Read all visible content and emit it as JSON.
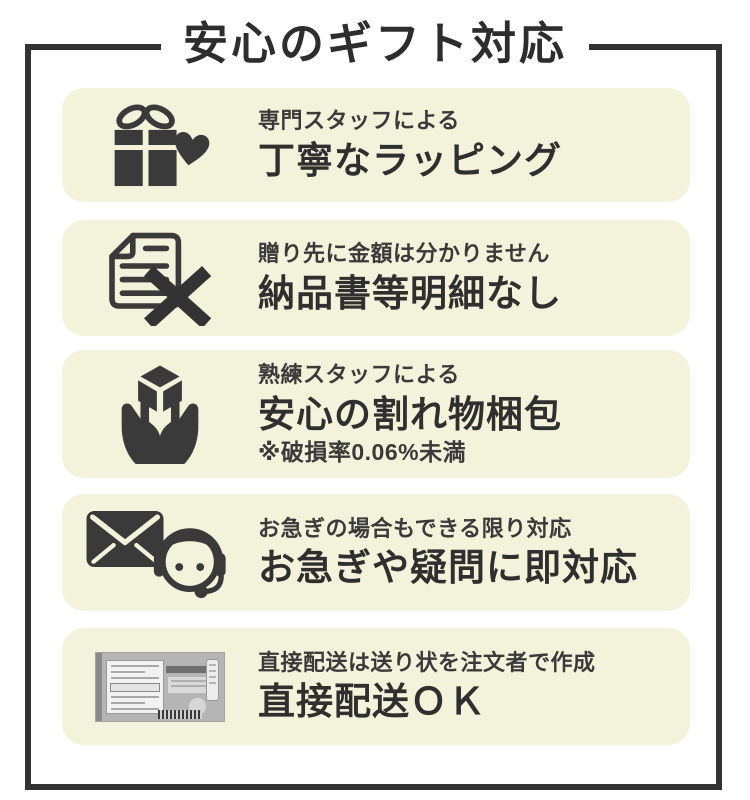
{
  "title": "安心のギフト対応",
  "colors": {
    "row_bg": "#f3f2db",
    "ink": "#3a3a3a",
    "frame": "#333333",
    "title_ink": "#2d2d2d"
  },
  "rows": [
    {
      "icon": "gift-heart-icon",
      "sub": "専門スタッフによる",
      "main": "丁寧なラッピング"
    },
    {
      "icon": "document-no-invoice-icon",
      "sub": "贈り先に金額は分かりません",
      "main": "納品書等明細なし"
    },
    {
      "icon": "hands-holding-package-icon",
      "sub": "熟練スタッフによる",
      "main": "安心の割れ物梱包",
      "note": "※破損率0.06%未満"
    },
    {
      "icon": "mail-operator-icon",
      "sub": "お急ぎの場合もできる限り対応",
      "main": "お急ぎや疑問に即対応"
    },
    {
      "icon": "shipping-label-image",
      "sub": "直接配送は送り状を注文者で作成",
      "main": "直接配送ＯＫ"
    }
  ]
}
